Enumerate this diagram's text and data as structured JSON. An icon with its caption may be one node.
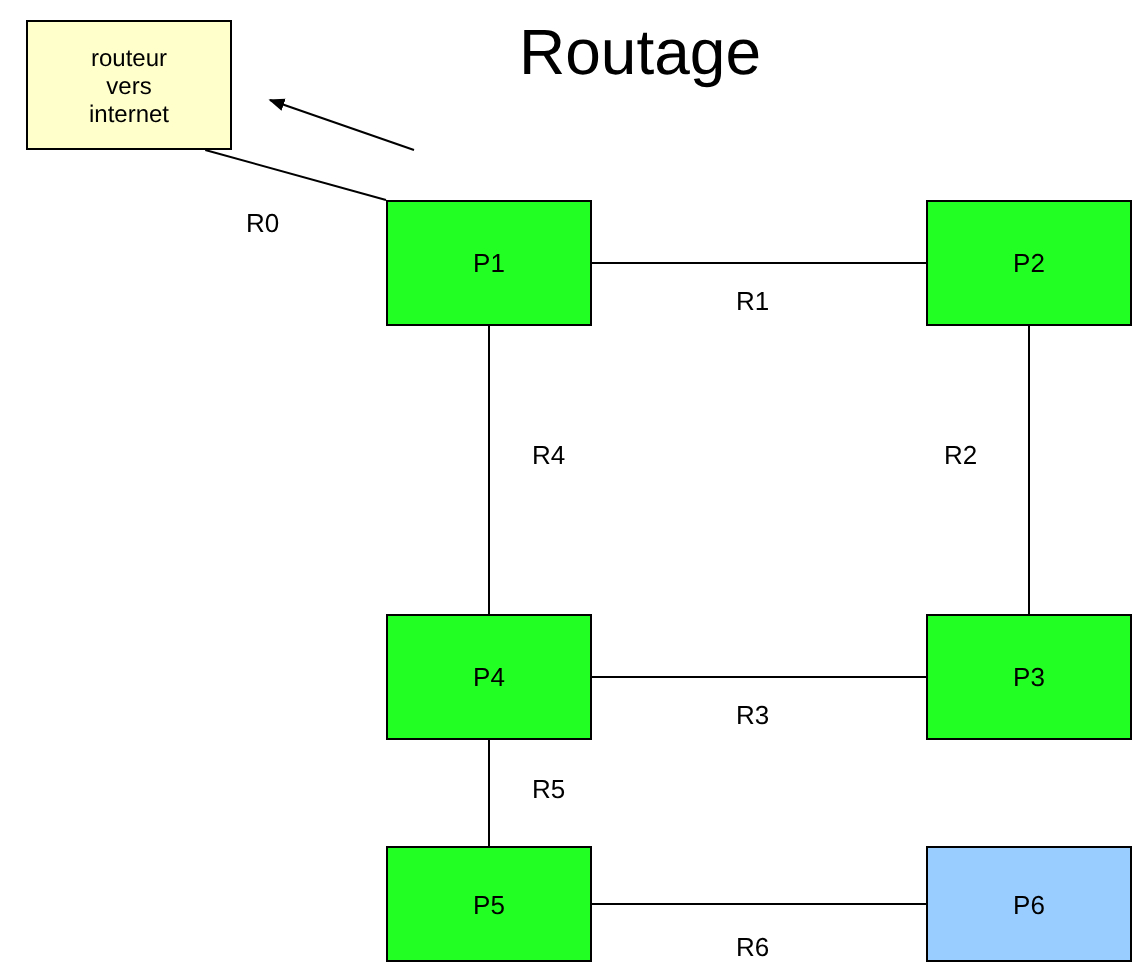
{
  "diagram": {
    "title": "Routage",
    "nodes": [
      {
        "text": [
          "routeur vers internet"
        ]
      },
      {
        "text": [
          "P1"
        ]
      },
      {
        "text": [
          "P2"
        ]
      },
      {
        "text": [
          "P3"
        ]
      },
      {
        "text": [
          "P4"
        ]
      },
      {
        "text": [
          "P5"
        ]
      },
      {
        "text": [
          "P6"
        ]
      }
    ],
    "edges": [
      {
        "from": 0,
        "to": 1,
        "arrow": "none",
        "label": "R0"
      },
      {
        "from": 1,
        "to": 2,
        "arrow": "none",
        "label": "R1"
      },
      {
        "from": 2,
        "to": 3,
        "arrow": "none",
        "label": "R2"
      },
      {
        "from": 4,
        "to": 3,
        "arrow": "none",
        "label": "R3"
      },
      {
        "from": 1,
        "to": 4,
        "arrow": "none",
        "label": "R4"
      },
      {
        "from": 4,
        "to": 5,
        "arrow": "none",
        "label": "R5"
      },
      {
        "from": 5,
        "to": 6,
        "arrow": "none",
        "label": "R6"
      }
    ]
  }
}
